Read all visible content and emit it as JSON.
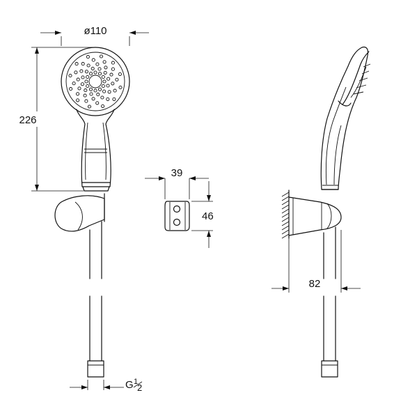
{
  "dimensions": {
    "head_diameter": "ø110",
    "total_height": "226",
    "holder_width": "39",
    "holder_height": "46",
    "projection": "82",
    "thread_prefix": "G",
    "thread_num": "1",
    "thread_den": "2"
  },
  "colors": {
    "line": "#111111",
    "background": "#ffffff"
  }
}
